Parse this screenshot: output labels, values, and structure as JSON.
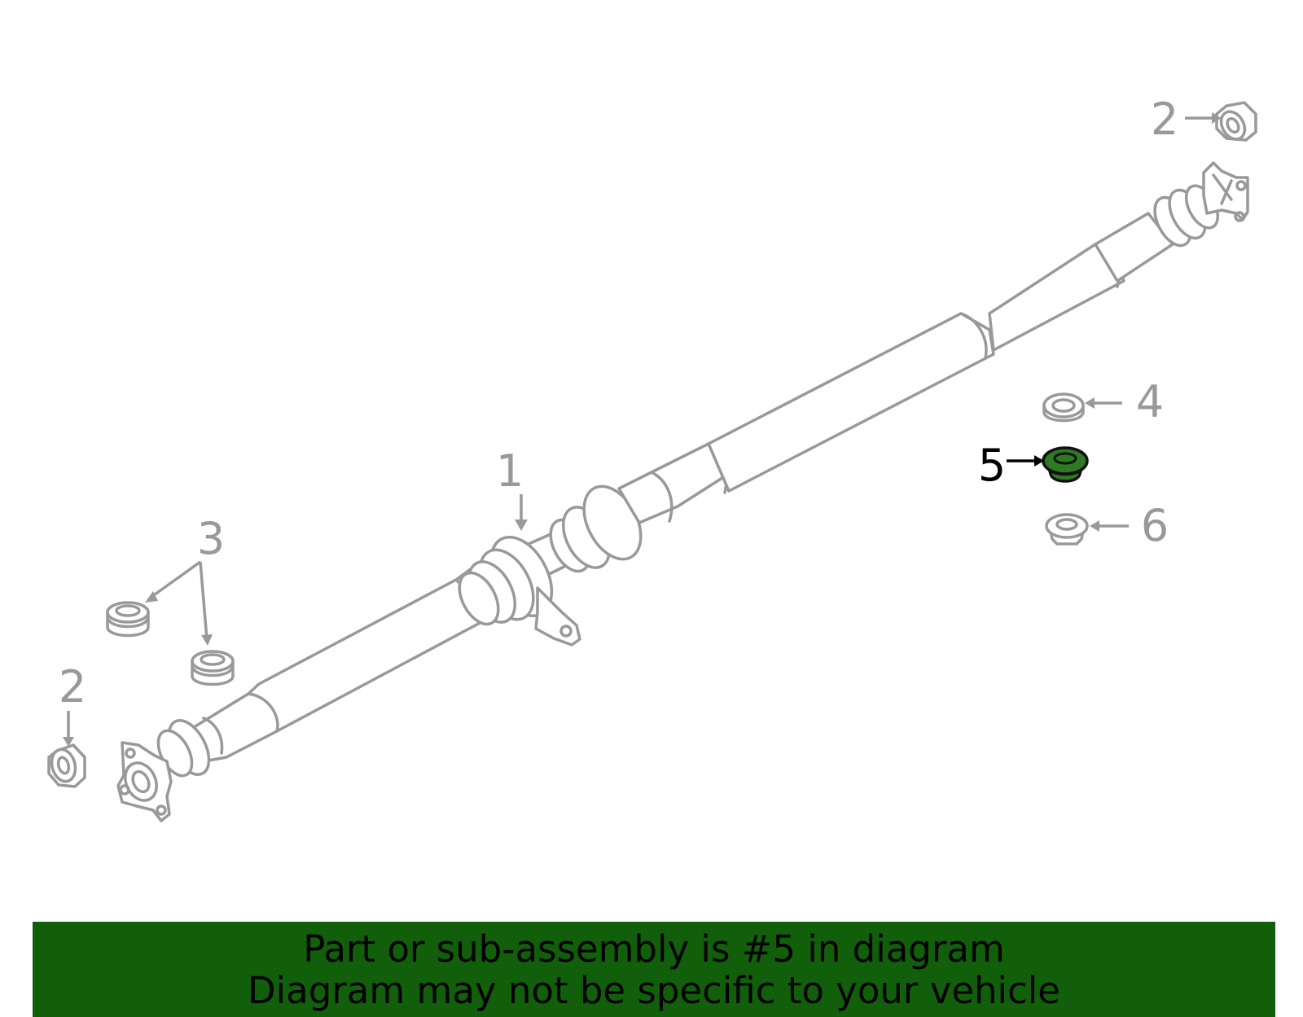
{
  "callouts": {
    "c1": "1",
    "c2_top": "2",
    "c2_bottom": "2",
    "c3": "3",
    "c4": "4",
    "c5": "5",
    "c6": "6"
  },
  "highlight": {
    "part_number": "5",
    "color": "#2d7a22"
  },
  "banner": {
    "line1": "Part or sub-assembly is #5 in diagram",
    "line2": "Diagram may not be specific to your vehicle",
    "background": "#115f0b"
  }
}
